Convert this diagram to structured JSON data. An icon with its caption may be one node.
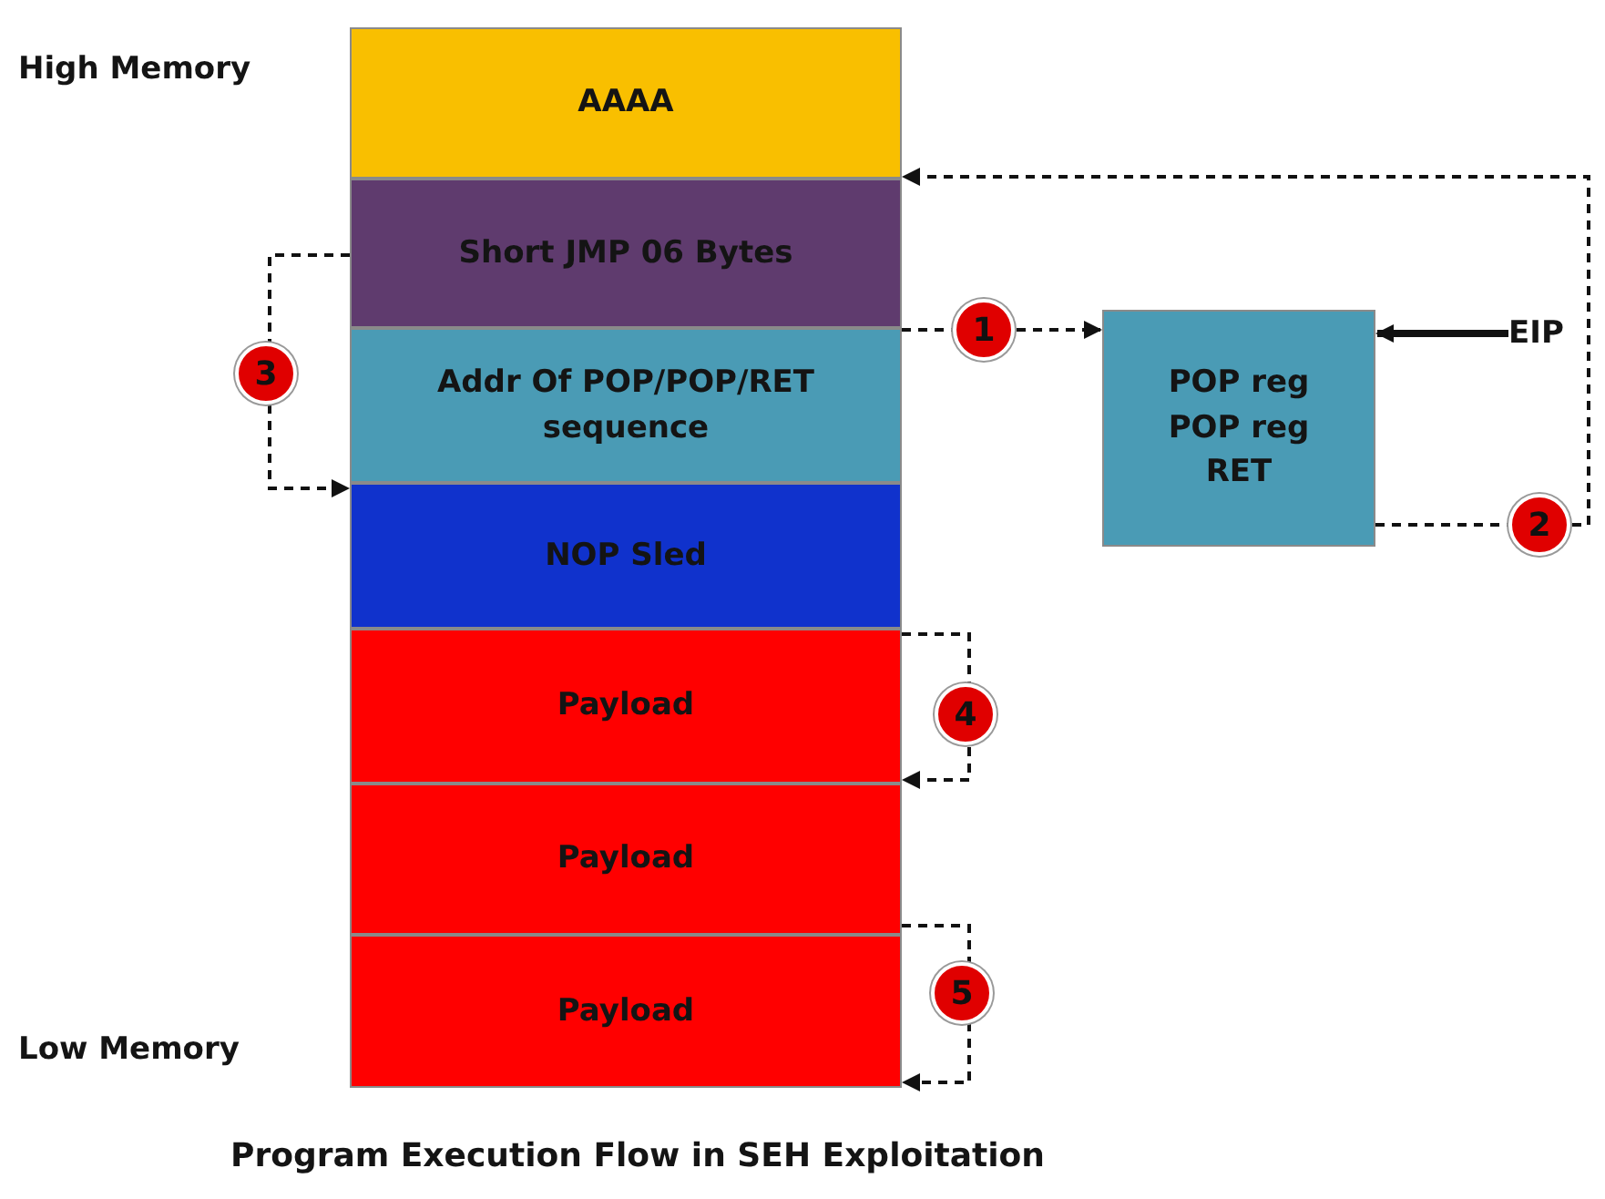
{
  "diagram": {
    "caption": "Program Execution Flow in SEH Exploitation",
    "nodes": [
      {
        "text": [
          "AAAA"
        ]
      },
      {
        "text": [
          "Short JMP 06 Bytes"
        ]
      },
      {
        "text": [
          "Addr Of POP/POP/RET sequence"
        ]
      },
      {
        "text": [
          "NOP Sled"
        ]
      },
      {
        "text": [
          "Payload"
        ]
      },
      {
        "text": [
          "Payload"
        ]
      },
      {
        "text": [
          "Payload"
        ]
      },
      {
        "text": [
          "POP reg POP reg RET"
        ]
      },
      {
        "text": [
          "EIP"
        ]
      }
    ],
    "edges": [
      {
        "from": 2,
        "to": 7,
        "arrow": "to",
        "label": "1",
        "style": "dashed"
      },
      {
        "from": 7,
        "to": 1,
        "arrow": "to",
        "label": "2",
        "style": "dashed"
      },
      {
        "from": 1,
        "to": 3,
        "arrow": "to",
        "label": "3",
        "style": "dashed"
      },
      {
        "from": 4,
        "to": 5,
        "arrow": "to",
        "label": "4",
        "style": "dashed"
      },
      {
        "from": 5,
        "to": 6,
        "arrow": "to",
        "label": "5",
        "style": "dashed"
      },
      {
        "from": 8,
        "to": 7,
        "arrow": "to",
        "style": "thick"
      }
    ],
    "labels": [
      "High Memory",
      "Low Memory"
    ]
  }
}
